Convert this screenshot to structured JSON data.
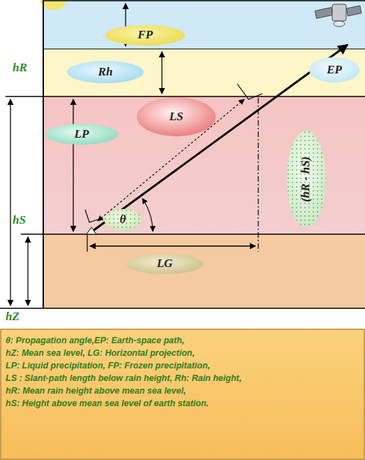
{
  "diagram": {
    "nodes": [
      {
        "text": [
          "FP"
        ]
      },
      {
        "text": [
          "Rh"
        ]
      },
      {
        "text": [
          "EP"
        ]
      },
      {
        "text": [
          "LP"
        ]
      },
      {
        "text": [
          "LS"
        ]
      },
      {
        "text": [
          "(hR - hS)"
        ]
      },
      {
        "text": [
          "θ"
        ]
      },
      {
        "text": [
          "LG"
        ]
      }
    ],
    "labels": [
      "hR",
      "hS",
      "hZ"
    ],
    "legend": [
      {
        "text": "θ: Propagation angle,EP: Earth-space path,"
      },
      {
        "text": "hZ: Mean sea level, LG: Horizontal projection,"
      },
      {
        "text": "LP: Liquid precipitation, FP: Frozen precipitation,"
      },
      {
        "text": "LS : Slant-path length below rain height, Rh: Rain height,"
      },
      {
        "text": "hR: Mean rain height above mean sea level,"
      },
      {
        "text": "hS: Height above mean sea level of earth station."
      }
    ]
  }
}
